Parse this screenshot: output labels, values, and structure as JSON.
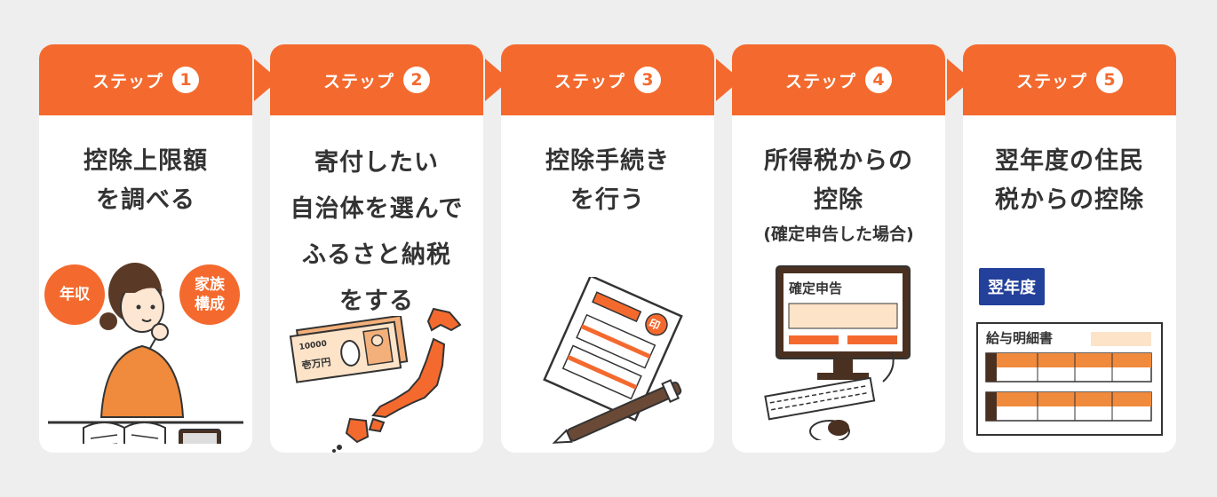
{
  "steps": [
    {
      "label": "ステップ",
      "num": "1",
      "title": [
        "控除上限額",
        "を調べる"
      ],
      "badges": [
        "年収",
        "家族構成"
      ]
    },
    {
      "label": "ステップ",
      "num": "2",
      "title": [
        "寄付したい",
        "自治体を選んで",
        "ふるさと納税",
        "をする"
      ],
      "bill_number": "10000",
      "bill_text": "壱万円"
    },
    {
      "label": "ステップ",
      "num": "3",
      "title": [
        "控除手続き",
        "を行う"
      ],
      "seal": "印"
    },
    {
      "label": "ステップ",
      "num": "4",
      "title": [
        "所得税からの",
        "控除"
      ],
      "subtitle": "(確定申告した場合)",
      "screen_text": "確定申告"
    },
    {
      "label": "ステップ",
      "num": "5",
      "title": [
        "翌年度の住民",
        "税からの控除"
      ],
      "tag": "翌年度",
      "doc_title": "給与明細書"
    }
  ],
  "colors": {
    "accent": "#f46a2e",
    "card_bg": "#ffffff",
    "page_bg": "#eeeeee",
    "title_text": "#333333",
    "navy": "#23409a"
  }
}
